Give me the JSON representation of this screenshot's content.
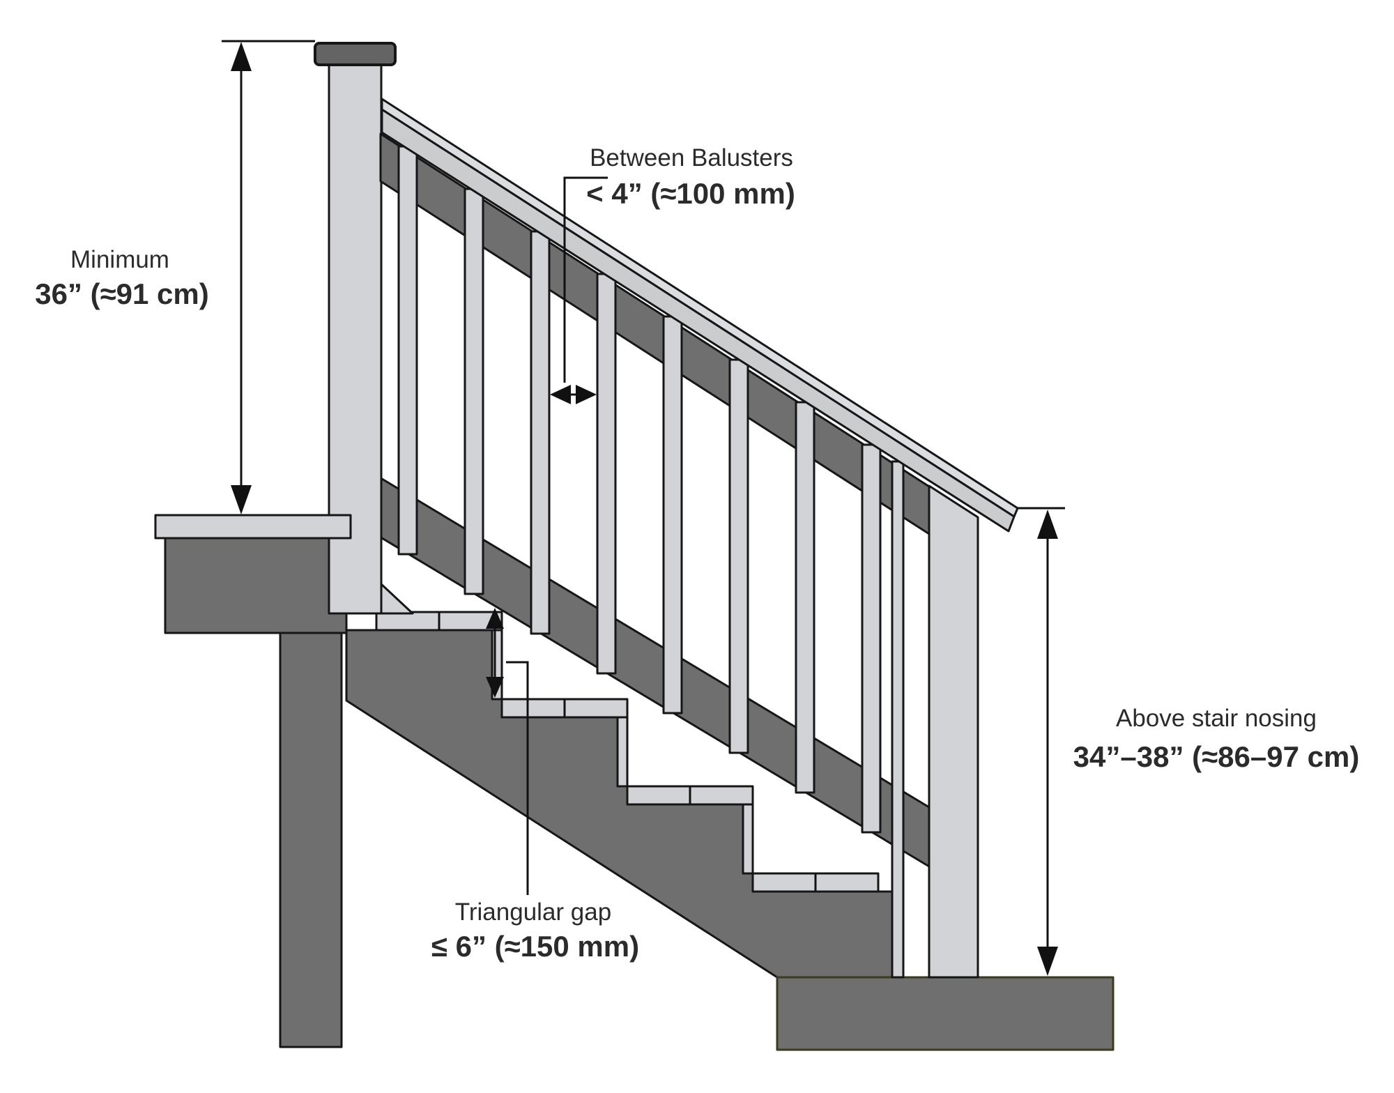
{
  "annotations": {
    "rail_height": {
      "label": "Minimum",
      "value": "36” (≈91 cm)"
    },
    "baluster_spacing": {
      "label": "Between Balusters",
      "value": "< 4” (≈100 mm)"
    },
    "stair_rail_height": {
      "label": "Above stair nosing",
      "value": "34”–38” (≈86–97 cm)"
    },
    "triangular_gap": {
      "label": "Triangular gap",
      "value": "≤ 6” (≈150 mm)"
    }
  },
  "colors": {
    "light": "#d2d3d6",
    "lighter": "#dcdde0",
    "midlight": "#cbccce",
    "dark": "#6f6f6f",
    "darker": "#646464",
    "outline": "#161616",
    "pad_outline": "#3e3a20",
    "annotation": "#111111",
    "text": "#2b2b2b",
    "background": "#ffffff"
  }
}
